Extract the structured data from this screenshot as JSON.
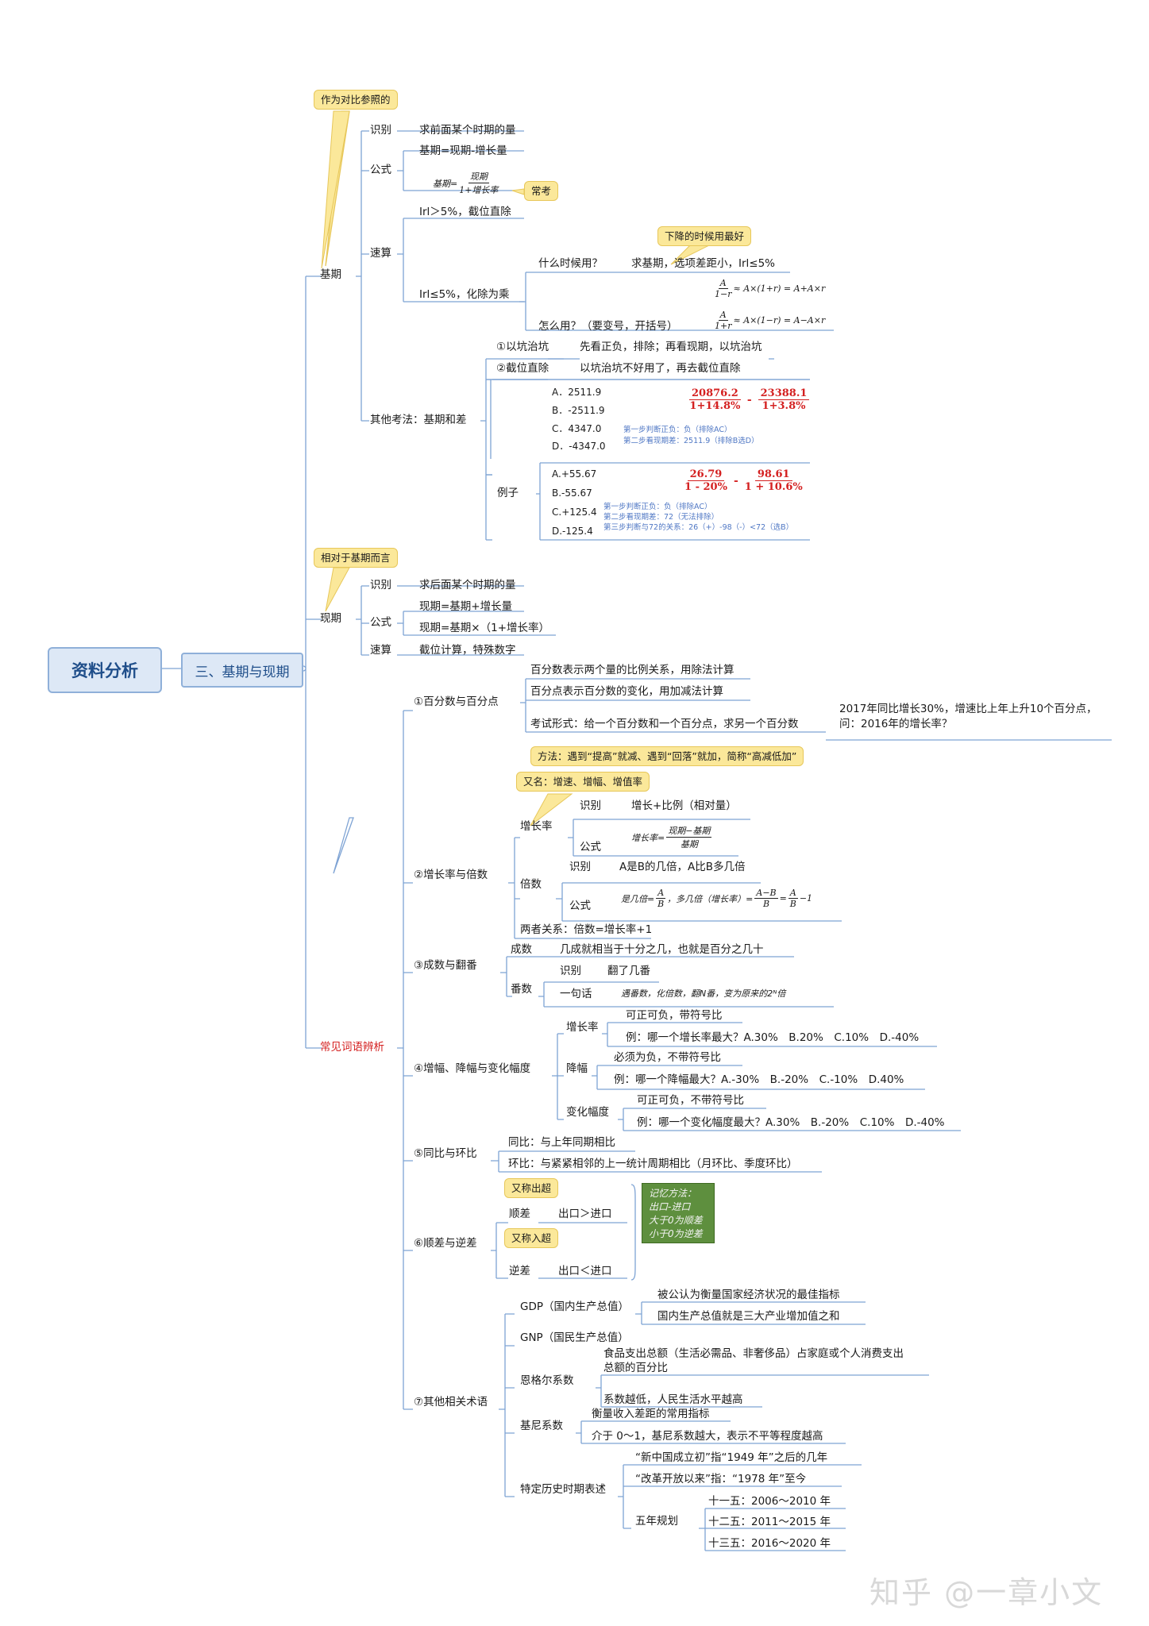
{
  "root": "资料分析",
  "section": "三、基期与现期",
  "callouts": {
    "c1": "作为对比参照的",
    "c2": "常考",
    "c3": "下降的时候用最好",
    "c4": "相对于基期而言",
    "c5": "方法：遇到“提高”就减、遇到“回落”就加，简称“高减低加”",
    "c6": "又名：增速、增幅、增值率",
    "c7": "又称出超",
    "c8": "又称入超"
  },
  "jiqi": {
    "label": "基期",
    "shibie": "识别",
    "shibie_v": "求前面某个时期的量",
    "gongshi": "公式",
    "gongshi_v1": "基期=现期-增长量",
    "gongshi_f_left": "基期=",
    "gongshi_f_num": "现期",
    "gongshi_f_den": "1+增长率",
    "susuan": "速算",
    "susuan_v1": "Irl＞5%，截位直除",
    "susuan_v2": "Irl≤5%，化除为乘",
    "when": "什么时候用？",
    "when_v": "求基期，选项差距小，Irl≤5%",
    "how": "怎么用？（要变号，开括号）",
    "f1_num": "A",
    "f1_den": "1−r",
    "f1_rest": "≈ A×(1+r) = A+A×r",
    "f2_num": "A",
    "f2_den": "1+r",
    "f2_rest": "≈ A×(1−r) = A−A×r",
    "other": "其他考法：基期和差",
    "o1": "①以坑治坑",
    "o1_v": "先看正负，排除；再看现期，以坑治坑",
    "o2": "②截位直除",
    "o2_v": "以坑治坑不好用了，再去截位直除",
    "ex1_opts": [
      "A．2511.9",
      "B．-2511.9",
      "C．4347.0",
      "D．-4347.0"
    ],
    "ex1_f1_num": "20876.2",
    "ex1_f1_den": "1+14.8%",
    "ex1_op": "-",
    "ex1_f2_num": "23388.1",
    "ex1_f2_den": "1+3.8%",
    "ex1_note1": "第一步判断正负：负（排除AC）",
    "ex1_note2": "第二步看现期差：2511.9（排除B选D）",
    "lizi": "例子",
    "ex2_opts": [
      "A.+55.67",
      "B.-55.67",
      "C.+125.4",
      "D.-125.4"
    ],
    "ex2_f1_num": "26.79",
    "ex2_f1_den": "1 - 20%",
    "ex2_op": "-",
    "ex2_f2_num": "98.61",
    "ex2_f2_den": "1 + 10.6%",
    "ex2_note1": "第一步判断正负：负（排除AC）",
    "ex2_note2": "第二步看现期差：72（无法排除）",
    "ex2_note3": "第三步判断与72的关系：26（+）-98（-）<72（选B）"
  },
  "xianqi": {
    "label": "现期",
    "shibie": "识别",
    "shibie_v": "求后面某个时期的量",
    "gongshi": "公式",
    "g1": "现期=基期+增长量",
    "g2": "现期=基期×（1+增长率）",
    "susuan": "速算",
    "susuan_v": "截位计算，特殊数字"
  },
  "cy": {
    "label": "常见词语辨析",
    "p1": "①百分数与百分点",
    "p1_a": "百分数表示两个量的比例关系，用除法计算",
    "p1_b": "百分点表示百分数的变化，用加减法计算",
    "p1_c": "考试形式：给一个百分数和一个百分点，求另一个百分数",
    "p1_c_v1": "2017年同比增长30%，增速比上年上升10个百分点，",
    "p1_c_v2": "问：2016年的增长率？",
    "p2": "②增长率与倍数",
    "zzl": "增长率",
    "zzl_sb": "识别",
    "zzl_sb_v": "增长+比例（相对量）",
    "zzl_gs": "公式",
    "zzl_f_left": "增长率=",
    "zzl_f_num": "现期−基期",
    "zzl_f_den": "基期",
    "bs": "倍数",
    "bs_sb": "识别",
    "bs_sb_v": "A是B的几倍，A比B多几倍",
    "bs_gs": "公式",
    "bs_f_a": "是几倍=",
    "bs_f_b": "，多几倍（增长率）=",
    "bs_f_n1": "A",
    "bs_f_d1": "B",
    "bs_f_n2": "A−B",
    "bs_f_d2": "B",
    "bs_f_eq": "=",
    "bs_f_n3": "A",
    "bs_f_d3": "B",
    "bs_f_end": "−1",
    "bs_rel": "两者关系：倍数=增长率+1",
    "p3": "③成数与翻番",
    "cs": "成数",
    "cs_v": "几成就相当于十分之几，也就是百分之几十",
    "fp": "番数",
    "fp_sb": "识别",
    "fp_sb_v": "翻了几番",
    "fp_yjh": "一句话",
    "fp_yjh_v": "遇番数，化倍数，翻N番，变为原来的2ᴺ倍",
    "p4": "④增幅、降幅与变化幅度",
    "zf": "增长率",
    "zf_a": "可正可负，带符号比",
    "zf_b": "例：哪一个增长率最大？A.30%　B.20%　C.10%　D.-40%",
    "jf": "降幅",
    "jf_a": "必须为负，不带符号比",
    "jf_b": "例：哪一个降幅最大？A.-30%　B.-20%　C.-10%　D.40%",
    "bh": "变化幅度",
    "bh_a": "可正可负，不带符号比",
    "bh_b": "例：哪一个变化幅度最大？A.30%　B.-20%　C.10%　D.-40%",
    "p5": "⑤同比与环比",
    "p5_a": "同比：与上年同期相比",
    "p5_b": "环比：与紧紧相邻的上一统计周期相比（月环比、季度环比）",
    "p6": "⑥顺差与逆差",
    "sc": "顺差",
    "sc_v": "出口＞进口",
    "nc": "逆差",
    "nc_v": "出口＜进口",
    "memo": [
      "记忆方法：",
      "出口-进口",
      "大于0为顺差",
      "小于0为逆差"
    ],
    "p7": "⑦其他相关术语",
    "gdp": "GDP（国内生产总值）",
    "gdp_a": "被公认为衡量国家经济状况的最佳指标",
    "gdp_b": "国内生产总值就是三大产业增加值之和",
    "gnp": "GNP（国民生产总值）",
    "eg": "恩格尔系数",
    "eg_a1": "食品支出总额（生活必需品、非奢侈品）占家庭或个人消费支出",
    "eg_a2": "总额的百分比",
    "eg_b": "系数越低，人民生活水平越高",
    "jn": "基尼系数",
    "jn_a": "衡量收入差距的常用指标",
    "jn_b": "介于 0～1，基尼系数越大，表示不平等程度越高",
    "ls": "特定历史时期表述",
    "ls_a": "“新中国成立初”指“1949 年”之后的几年",
    "ls_b": "“改革开放以来”指：“1978 年”至今",
    "wn": "五年规划",
    "wn_a": "十一五：2006～2010 年",
    "wn_b": "十二五：2011～2015 年",
    "wn_c": "十三五：2016～2020 年"
  },
  "watermark": "知乎 @一章小文"
}
